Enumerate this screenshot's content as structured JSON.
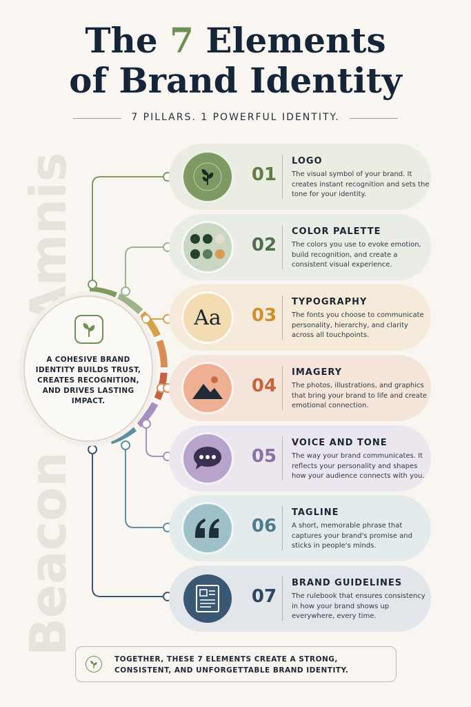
{
  "header": {
    "title_line1_before": "The",
    "title_accent": "7",
    "title_line1_after": "Elements",
    "title_line2": "of Brand Identity",
    "subtitle": "7 PILLARS. 1 POWERFUL IDENTITY."
  },
  "watermark": {
    "top": "Amnis",
    "bottom": "Beacon"
  },
  "hub": {
    "text": "A COHESIVE BRAND IDENTITY BUILDS TRUST, CREATES RECOGNITION, AND DRIVES LASTING IMPACT.",
    "icon": "leaf-icon"
  },
  "elements": [
    {
      "number": "01",
      "title": "LOGO",
      "description": "The visual symbol of your brand. It creates instant recognition and sets the tone for your identity.",
      "icon": "leaf-icon",
      "color": "#7e9a62",
      "card_bg": "#ebede3"
    },
    {
      "number": "02",
      "title": "COLOR PALETTE",
      "description": "The colors you use to evoke emotion, build recognition, and create a consistent visual experience.",
      "icon": "palette-dots-icon",
      "color": "#6f8f6a",
      "card_bg": "#e9ede6"
    },
    {
      "number": "03",
      "title": "TYPOGRAPHY",
      "description": "The fonts you choose to communicate personality, hierarchy, and clarity across all touchpoints.",
      "icon": "font-glyph-icon",
      "icon_text": "Aa",
      "color": "#d6a24a",
      "card_bg": "#f6ebda"
    },
    {
      "number": "04",
      "title": "IMAGERY",
      "description": "The photos, illustrations, and graphics that bring your brand to life and create emotional connection.",
      "icon": "mountain-sun-icon",
      "color": "#cf7a4e",
      "card_bg": "#f5e4da"
    },
    {
      "number": "05",
      "title": "VOICE AND TONE",
      "description": "The way your brand communicates. It reflects your personality and shapes how your audience connects with you.",
      "icon": "speech-bubble-icon",
      "color": "#9f88b8",
      "card_bg": "#ece6ef"
    },
    {
      "number": "06",
      "title": "TAGLINE",
      "description": "A short, memorable phrase that captures your brand's promise and sticks in people's minds.",
      "icon": "quote-icon",
      "color": "#5f8ea0",
      "card_bg": "#e4ebed"
    },
    {
      "number": "07",
      "title": "BRAND GUIDELINES",
      "description": "The rulebook that ensures consistency in how your brand shows up everywhere, every time.",
      "icon": "document-icon",
      "color": "#3a5773",
      "card_bg": "#e2e6ea"
    }
  ],
  "footer": {
    "text": "TOGETHER, THESE 7 ELEMENTS CREATE A STRONG, CONSISTENT, AND UNFORGETTABLE BRAND IDENTITY.",
    "icon": "leaf-icon"
  }
}
